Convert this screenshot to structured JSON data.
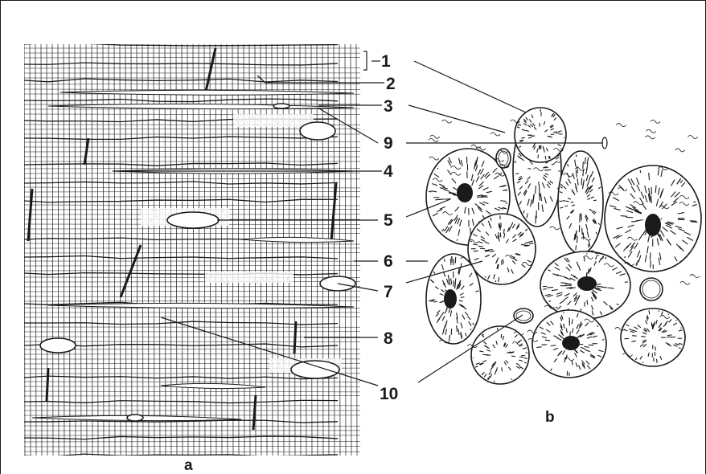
{
  "figure": {
    "callouts": [
      "1",
      "2",
      "3",
      "9",
      "4",
      "5",
      "6",
      "7",
      "8",
      "10"
    ],
    "panel_labels": {
      "a": "a",
      "b": "b"
    }
  },
  "colors": {
    "ink": "#1a1a1a",
    "paper": "#ffffff",
    "stipple": "#555555"
  }
}
